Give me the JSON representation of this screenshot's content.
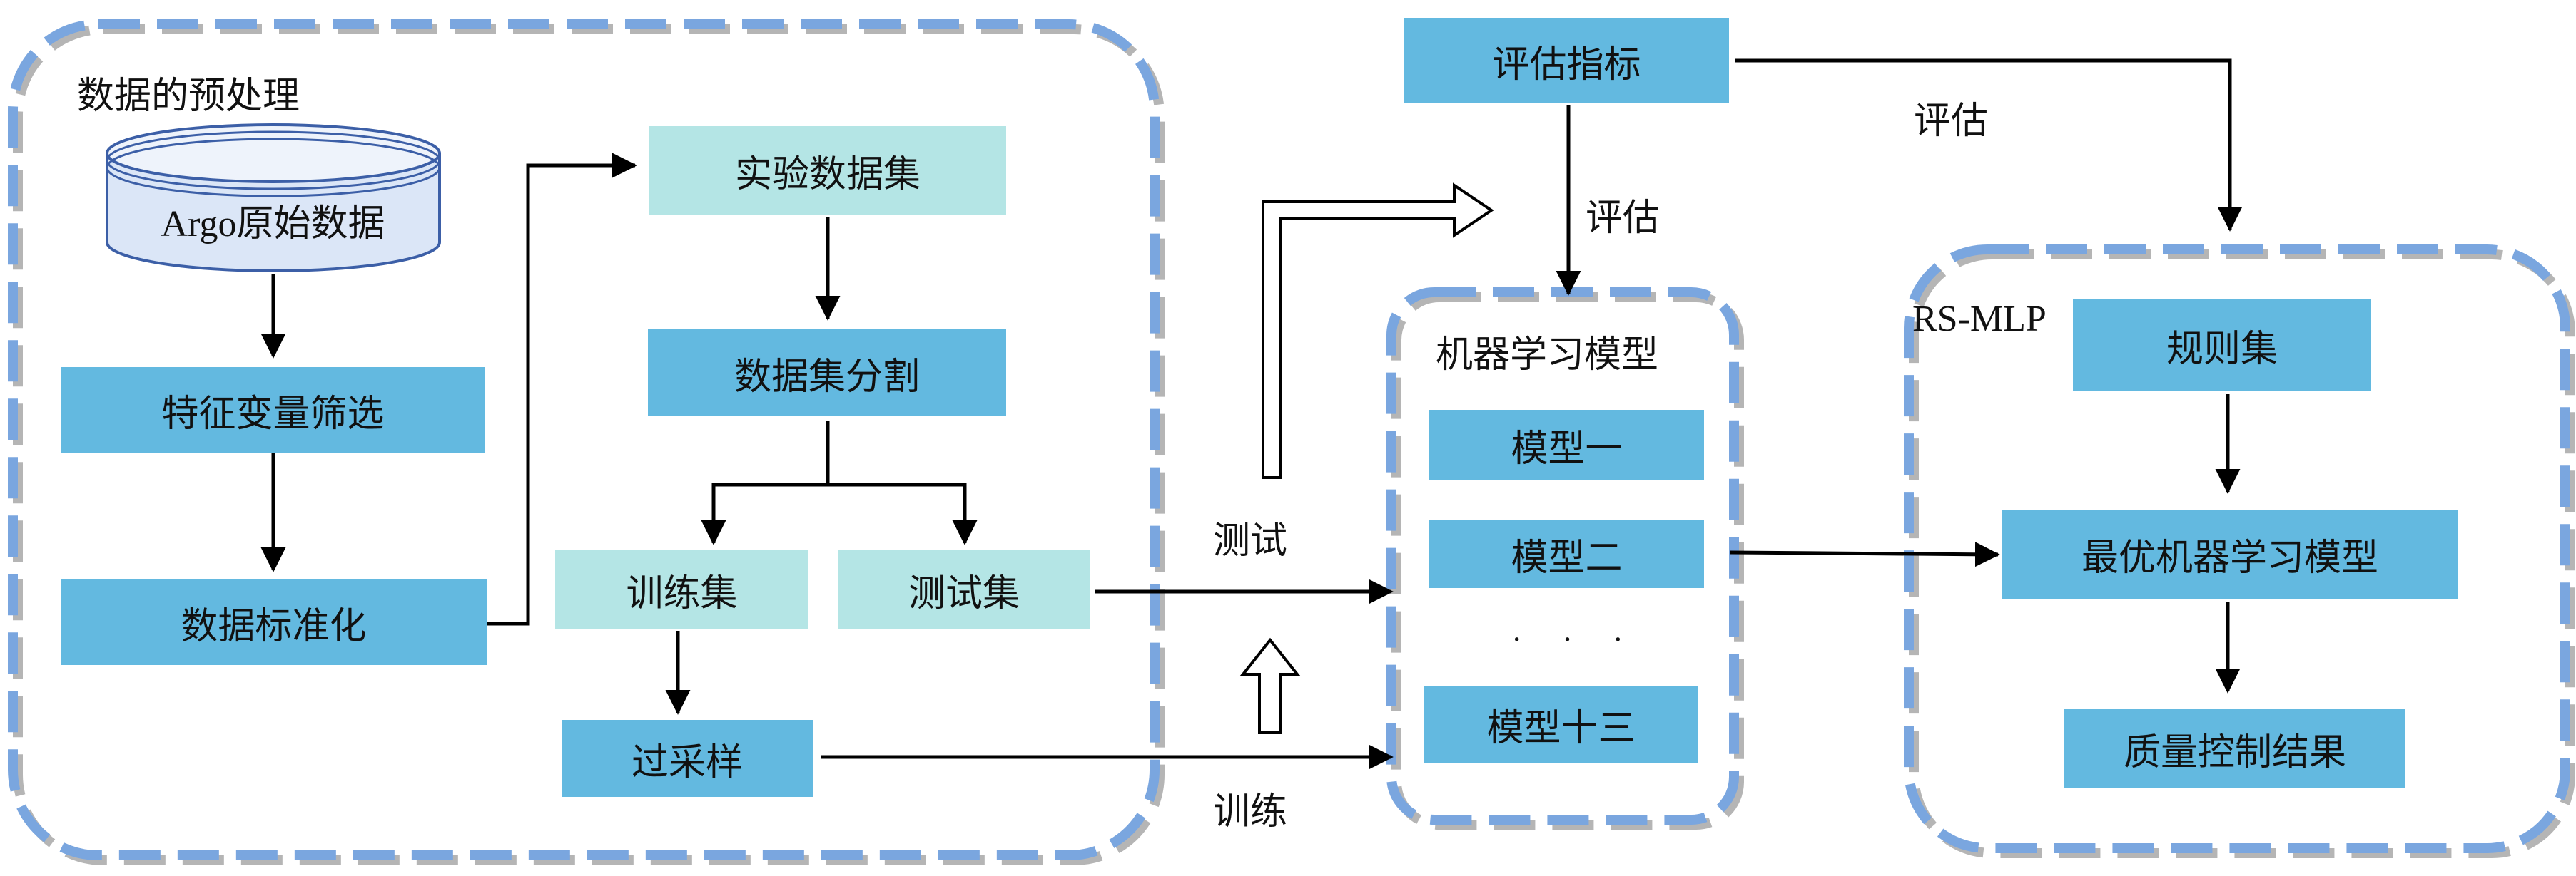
{
  "preprocessing": {
    "title": "数据的预处理",
    "source_data": "Argo原始数据",
    "feature_selection": "特征变量筛选",
    "standardization": "数据标准化"
  },
  "dataset": {
    "experiment_set": "实验数据集",
    "split": "数据集分割",
    "train_set": "训练集",
    "test_set": "测试集",
    "oversampling": "过采样"
  },
  "evaluation": {
    "metrics": "评估指标",
    "eval_label_left": "评估",
    "eval_label_right": "评估"
  },
  "flow_labels": {
    "test": "测试",
    "train": "训练"
  },
  "ml_models": {
    "title": "机器学习模型",
    "model_1": "模型一",
    "model_2": "模型二",
    "ellipsis": "· · ·",
    "model_13": "模型十三"
  },
  "rs_mlp": {
    "title": "RS-MLP",
    "rule_set": "规则集",
    "best_model": "最优机器学习模型",
    "qc_result": "质量控制结果"
  },
  "colors": {
    "box_dark": "#63b9e0",
    "box_light": "#b4e5e5",
    "dash_blue": "#7aa6df",
    "dash_shadow": "#b5b5b5",
    "line": "#000000"
  }
}
